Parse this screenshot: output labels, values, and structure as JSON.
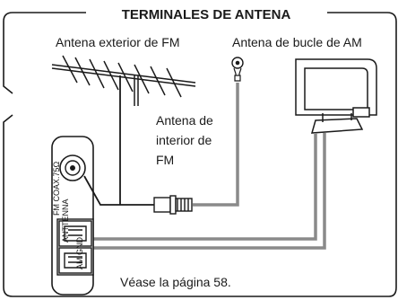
{
  "title": "TERMINALES DE ANTENA",
  "labels": {
    "fm_outdoor": "Antena exterior de FM",
    "am_loop": "Antena de bucle de AM",
    "fm_indoor_line1": "Antena de",
    "fm_indoor_line2": "interior de",
    "fm_indoor_line3": "FM",
    "page_reference": "Véase la página 58."
  },
  "terminal_panel": {
    "header": "ANTTENNA",
    "fm_coax": "FM COAX.75Ω",
    "am_gnd": "AM GND"
  }
}
